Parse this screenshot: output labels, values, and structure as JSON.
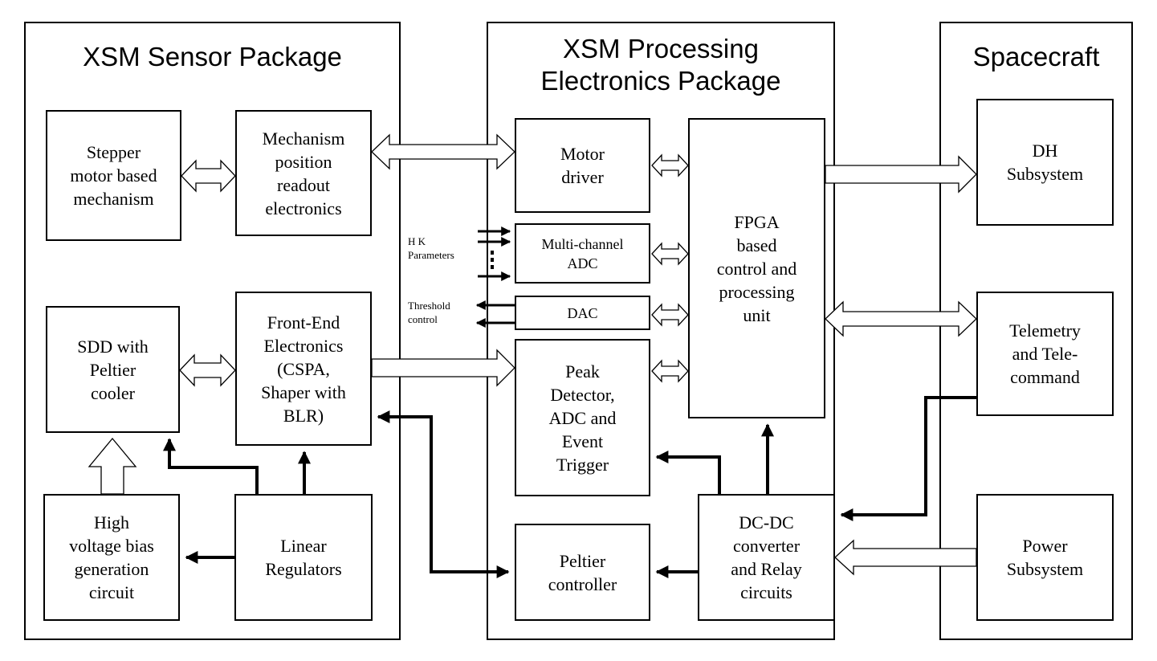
{
  "groups": {
    "sensor_package": "XSM Sensor Package",
    "processing_package": "XSM Processing\nElectronics Package",
    "spacecraft": "Spacecraft"
  },
  "blocks": {
    "stepper_mechanism": "Stepper\nmotor based\nmechanism",
    "position_readout": "Mechanism\nposition\nreadout\nelectronics",
    "sdd_peltier": "SDD with\nPeltier\ncooler",
    "front_end": "Front-End\nElectronics\n(CSPA,\nShaper with\nBLR)",
    "hv_bias": "High\nvoltage bias\ngeneration\ncircuit",
    "linear_regulators": "Linear\nRegulators",
    "motor_driver": "Motor\ndriver",
    "multichannel_adc": "Multi-channel\nADC",
    "dac": "DAC",
    "peak_detector": "Peak\nDetector,\nADC and\nEvent\nTrigger",
    "peltier_controller": "Peltier\ncontroller",
    "fpga": "FPGA\nbased\ncontrol and\nprocessing\nunit",
    "dcdc": "DC-DC\nconverter\nand Relay\ncircuits",
    "dh_subsystem": "DH\nSubsystem",
    "telemetry": "Telemetry\nand Tele-\ncommand",
    "power_subsystem": "Power\nSubsystem"
  },
  "labels": {
    "hk_parameters": "H K\nParameters",
    "threshold_control": "Threshold\ncontrol"
  },
  "colors": {
    "line": "#000000",
    "background": "#ffffff"
  }
}
